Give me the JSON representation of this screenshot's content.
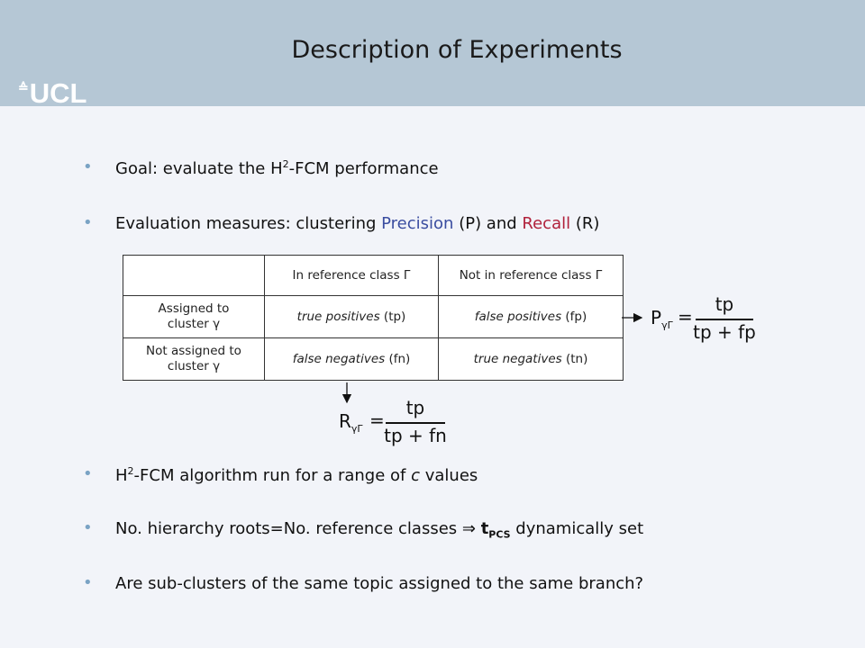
{
  "header": {
    "title": "Description of Experiments",
    "logo_text": "UCL",
    "logo_mark": "≙"
  },
  "bullets": {
    "b1": {
      "pre": "Goal: evaluate the H",
      "sup": "2",
      "post": "-FCM performance"
    },
    "b2": {
      "pre": "Evaluation measures: clustering ",
      "precision": "Precision",
      "mid1": " (P) and ",
      "recall": "Recall",
      "mid2": " (R)"
    },
    "b3": {
      "pre": "H",
      "sup": "2",
      "mid": "-FCM algorithm run for a range of ",
      "var": "c",
      "post": " values"
    },
    "b4": {
      "pre": "No. hierarchy roots=No. reference classes ⇒ ",
      "t": "t",
      "sub": "PCS",
      "post": " dynamically set"
    },
    "b5": {
      "text": "Are sub-clusters of the same topic assigned to the same branch?"
    }
  },
  "matrix": {
    "col_headers": [
      "In reference class Γ",
      "Not in reference class Γ"
    ],
    "rows": [
      {
        "label_line1": "Assigned to",
        "label_line2": "cluster γ",
        "c1_italic": "true positives",
        "c1_abbr": " (tp)",
        "c2_italic": "false positives",
        "c2_abbr": " (fp)"
      },
      {
        "label_line1": "Not assigned to",
        "label_line2": "cluster γ",
        "c1_italic": "false negatives",
        "c1_abbr": " (fn)",
        "c2_italic": "true negatives",
        "c2_abbr": " (tn)"
      }
    ]
  },
  "formulas": {
    "precision": {
      "lhs": "P",
      "sub": "γΓ",
      "eq": "=",
      "num": "tp",
      "den": "tp + fp"
    },
    "recall": {
      "lhs": "R",
      "sub": "γΓ",
      "eq": "=",
      "num": "tp",
      "den": "tp + fn"
    }
  },
  "colors": {
    "header_bg": "#b5c7d5",
    "bullet": "#7aa3c4",
    "precision": "#3a4da0",
    "recall": "#b0203a"
  }
}
